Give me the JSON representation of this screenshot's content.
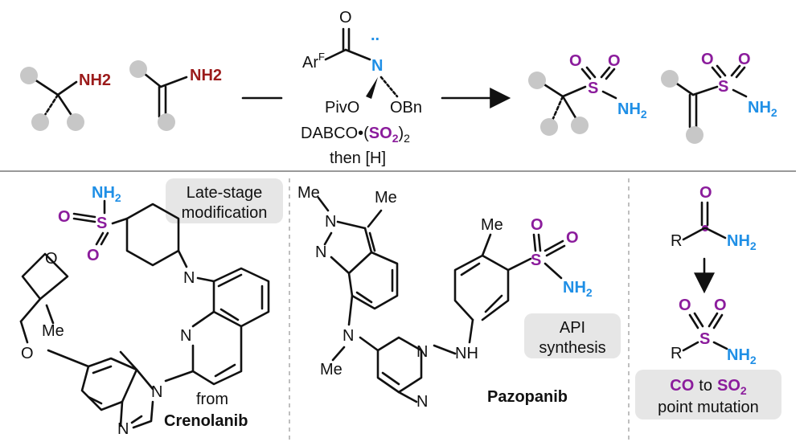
{
  "colors": {
    "ink": "#111111",
    "purple": "#8b1c9c",
    "blue": "#1f8fe6",
    "darkred": "#9b1b1b",
    "gray_dot": "#c7c7c7",
    "box_fill": "#e6e6e6",
    "divider": "#999999"
  },
  "top": {
    "amine_nh2": "NH2",
    "reagent": {
      "carbonyl_o": "O",
      "arf_ar": "Ar",
      "arf_sup": "F",
      "nitrogen": "N",
      "lone_pair": "..",
      "piv_o": "PivO",
      "obn": "OBn",
      "dabco": "DABCO•(",
      "so2": "SO",
      "so2_sub": "2",
      ")_close": ")",
      "sub2": "2",
      "then": "then [H]"
    },
    "product": {
      "o": "O",
      "s": "S",
      "nh2": "NH",
      "nh2_sub": "2"
    }
  },
  "panel_left": {
    "badge_line1": "Late-stage",
    "badge_line2": "modification",
    "from": "from",
    "name": "Crenolanib",
    "atoms": {
      "o": "O",
      "n": "N",
      "me": "Me"
    }
  },
  "panel_mid": {
    "badge_line1": "API",
    "badge_line2": "synthesis",
    "name": "Pazopanib",
    "atoms": {
      "me": "Me",
      "n": "N",
      "nh": "NH"
    }
  },
  "panel_right": {
    "r": "R",
    "caption_co": "CO",
    "caption_to": "to",
    "caption_so2": "SO",
    "caption_so2_sub": "2",
    "caption_line2": "point mutation"
  }
}
